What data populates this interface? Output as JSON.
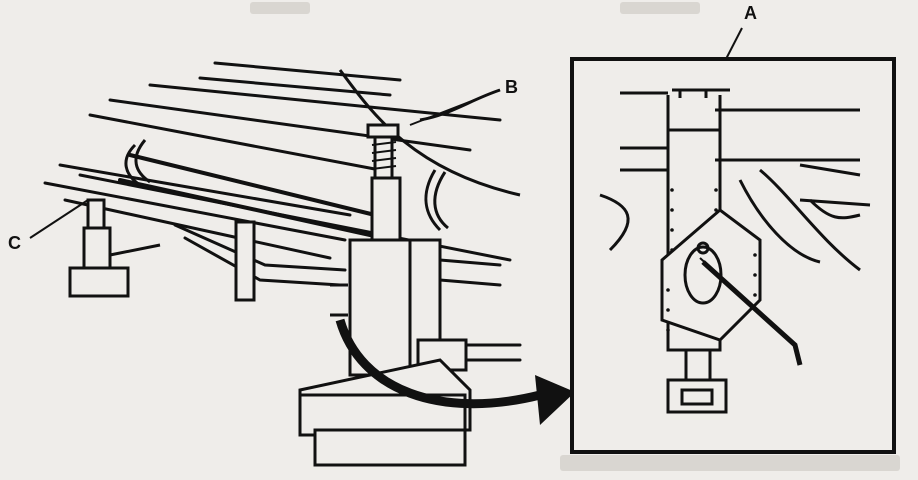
{
  "callouts": {
    "a": "A",
    "b": "B",
    "c": "C"
  },
  "colors": {
    "paper": "#efedea",
    "ink": "#111111",
    "ghost": "#d9d6d1"
  },
  "icons": {
    "pointer": "curved-arrow-icon",
    "support": "jack-stand-icon"
  }
}
